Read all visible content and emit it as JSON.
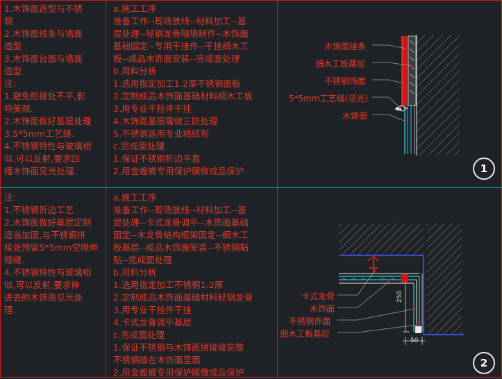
{
  "panel1_left": {
    "lines": [
      "1.木饰面造型与不锈",
      "钢",
      "2.木饰面线条与墙面",
      "造型",
      "3.木饰面台面与墙面",
      "造型",
      "注:",
      "1.避免衔接处不平,影",
      "响美观.",
      "2.木饰面做好基层处理",
      "3.5*5mm工艺缝.",
      "4.不锈钢特性与玻璃相",
      "似,可以反射,要求四",
      "槽木饰面见光处理."
    ]
  },
  "panel1_mid": {
    "lines": [
      "a.施工工序",
      "准备工作--现场放线--材料加工--基",
      "层处理--轻钢龙骨隔墙制作--木饰面",
      "基础固定--专用干挂件--干挂细木工",
      "板--成品木饰面安装--完成面处理",
      "b.用料分析",
      "1.选用指定加工1.2厚不锈钢面板",
      "2.定制成品木饰面基础材料细木工板",
      "3.用专业干挂件干挂",
      "4.木饰面基层需做三防处理",
      "5.不锈钢选用专业粘结剂",
      "c.完成面处理",
      "1.保证不锈钢折边平直",
      "2.用金蝗螂专用保护膜做成品保护"
    ]
  },
  "panel1_labels": [
    "木饰面挂条",
    "细木工板基层",
    "不锈钢饰面",
    "5*5mm工艺缝(见光)",
    "木饰面"
  ],
  "panel1_number": "1",
  "panel2_left": {
    "lines": [
      "注:",
      "1.不锈钢折边工艺",
      "2.木饰面做好基层定制",
      "适当加固,与不锈钢拼",
      "接处预留5*5mm空隙伸",
      "缩缝.",
      "4.不锈钢特性与玻璃相",
      "似,可以反射,要求伸",
      "进去的木饰面见光处",
      "理."
    ]
  },
  "panel2_mid": {
    "lines": [
      "a.施工工序",
      "准备工作--现场放线--材料加工--基",
      "层处理--卡式龙骨调平--木饰面基础",
      "固定--木龙骨结构框架固定--细木工",
      "板基层--成品木饰面安装--不锈钢黏",
      "贴--完成面处理",
      "b.用料分析",
      "1.选用指定加工不锈钢1.2厚",
      "2.定制成品木饰面基础材料轻钢龙骨",
      "3.用专业干挂件干挂",
      "4.卡式龙骨调平基层",
      "c.完成面处理",
      "1.保证不锈钢与木饰面拼接缝完整",
      "不锈钢插在木饰面里面",
      "2.用金蝗螂专用保护膜做成品保护"
    ]
  },
  "panel2_labels": [
    "卡式龙骨",
    "木饰面",
    "不锈钢饰面",
    "细木工板基层"
  ],
  "panel2_dims": {
    "vertical": "250",
    "horizontal": "50"
  },
  "panel2_number": "2",
  "colors": {
    "background": "#1f2327",
    "text": "#e23a2a",
    "frame": "#d01818",
    "divider": "#1aa3b8"
  }
}
